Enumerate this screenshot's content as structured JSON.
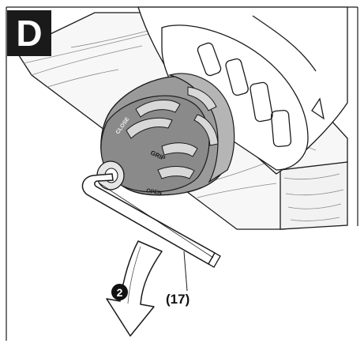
{
  "figure": {
    "badge_letter": "D",
    "part_label": "(17)",
    "step_number": "2",
    "chuck_texts": [
      "CLOSE",
      "GRIP",
      "OPEN"
    ]
  },
  "colors": {
    "line": "#1a1a1a",
    "chuck_dark": "#707070",
    "chuck_mid": "#9a9a9a",
    "chuck_light": "#c4c4c4",
    "wood": "#f4f4f4",
    "badge_bg": "#1a1a1a"
  }
}
